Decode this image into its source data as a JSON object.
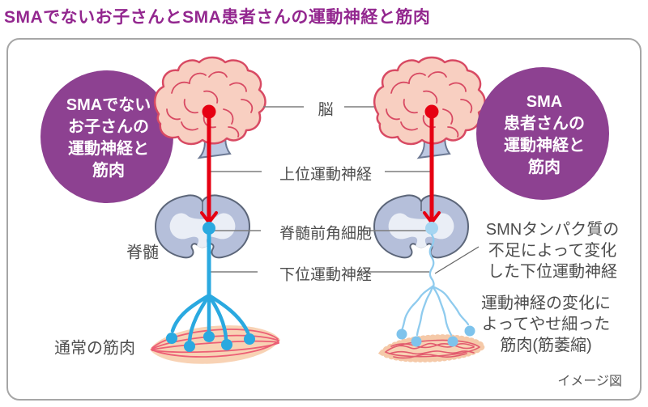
{
  "title": "SMAでないお子さんとSMA患者さんの運動神経と筋肉",
  "diagram": {
    "left_circle": {
      "line1": "SMAでない",
      "line2": "お子さんの",
      "line3": "運動神経と",
      "line4": "筋肉"
    },
    "right_circle": {
      "line1": "SMA",
      "line2": "患者さんの",
      "line3": "運動神経と",
      "line4": "筋肉"
    },
    "labels": {
      "brain": "脳",
      "upper_motor_neuron": "上位運動神経",
      "anterior_horn_cell": "脊髄前角細胞",
      "lower_motor_neuron": "下位運動神経",
      "spinal_cord": "脊髄",
      "normal_muscle": "通常の筋肉"
    },
    "annotations": {
      "smn_line1": "SMNタンパク質の",
      "smn_line2": "不足によって変化",
      "smn_line3": "した下位運動神経",
      "atrophy_line1": "運動神経の変化に",
      "atrophy_line2": "よってやせ細った",
      "atrophy_line3": "筋肉(筋萎縮)",
      "note": "イメージ図"
    }
  },
  "colors": {
    "title_purple": "#93278F",
    "circle_purple": "#8D4191",
    "neuron_red": "#E60012",
    "neuron_blue": "#2AA9E0",
    "neuron_blue_light": "#8FCBEE",
    "horn_cell_dot_light": "#A5D5F1",
    "brain_fill": "#F8CFC1",
    "brain_outline": "#D84A63",
    "brainstem_fill": "#BCC8E2",
    "cord_fill": "#B5BFDA",
    "cord_inner": "#EAEEF6",
    "muscle_fill": "#F8D2B4",
    "muscle_fiber": "#EC5F75",
    "label_gray": "#4D4D4D",
    "connector_gray": "#7D7D7D",
    "card_border": "#A6A6A6"
  }
}
